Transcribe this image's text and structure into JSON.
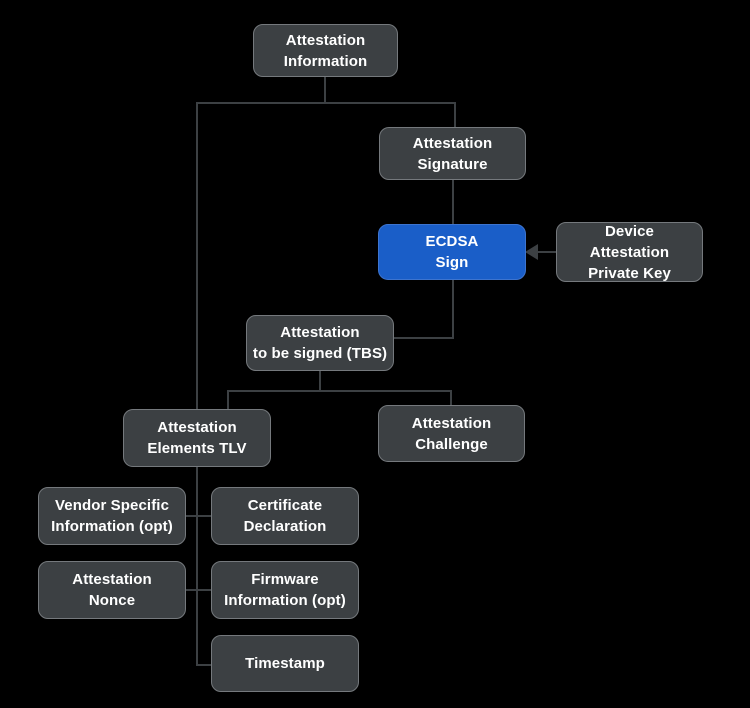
{
  "diagram": {
    "title": "Attestation Information structure diagram",
    "colors": {
      "background": "#000000",
      "node_fill": "#3c4043",
      "node_border": "#75797d",
      "node_text": "#ffffff",
      "connector": "#3c4043",
      "highlight_fill": "#1a5ec8"
    },
    "highlighted_node": "ecdsa_sign",
    "nodes": {
      "attestation_information": {
        "label": "Attestation\nInformation"
      },
      "attestation_signature": {
        "label": "Attestation\nSignature"
      },
      "ecdsa_sign": {
        "label": "ECDSA\nSign"
      },
      "device_key": {
        "label": "Device\nAttestation\nPrivate Key"
      },
      "attestation_tbs": {
        "label": "Attestation\nto be signed (TBS)"
      },
      "elements_tlv": {
        "label": "Attestation\nElements TLV"
      },
      "attestation_challenge": {
        "label": "Attestation\nChallenge"
      },
      "vendor_specific": {
        "label": "Vendor Specific\nInformation (opt)"
      },
      "certificate_declaration": {
        "label": "Certificate\nDeclaration"
      },
      "attestation_nonce": {
        "label": "Attestation\nNonce"
      },
      "firmware_information": {
        "label": "Firmware\nInformation (opt)"
      },
      "timestamp": {
        "label": "Timestamp"
      }
    },
    "edges": [
      "attestation_information -> attestation_signature",
      "attestation_information -> elements_tlv",
      "attestation_signature -> ecdsa_sign",
      "device_key -> ecdsa_sign (arrow)",
      "ecdsa_sign -> attestation_tbs",
      "attestation_tbs -> elements_tlv",
      "attestation_tbs -> attestation_challenge",
      "elements_tlv -> vendor_specific",
      "elements_tlv -> certificate_declaration",
      "elements_tlv -> attestation_nonce",
      "elements_tlv -> firmware_information",
      "elements_tlv -> timestamp"
    ]
  }
}
